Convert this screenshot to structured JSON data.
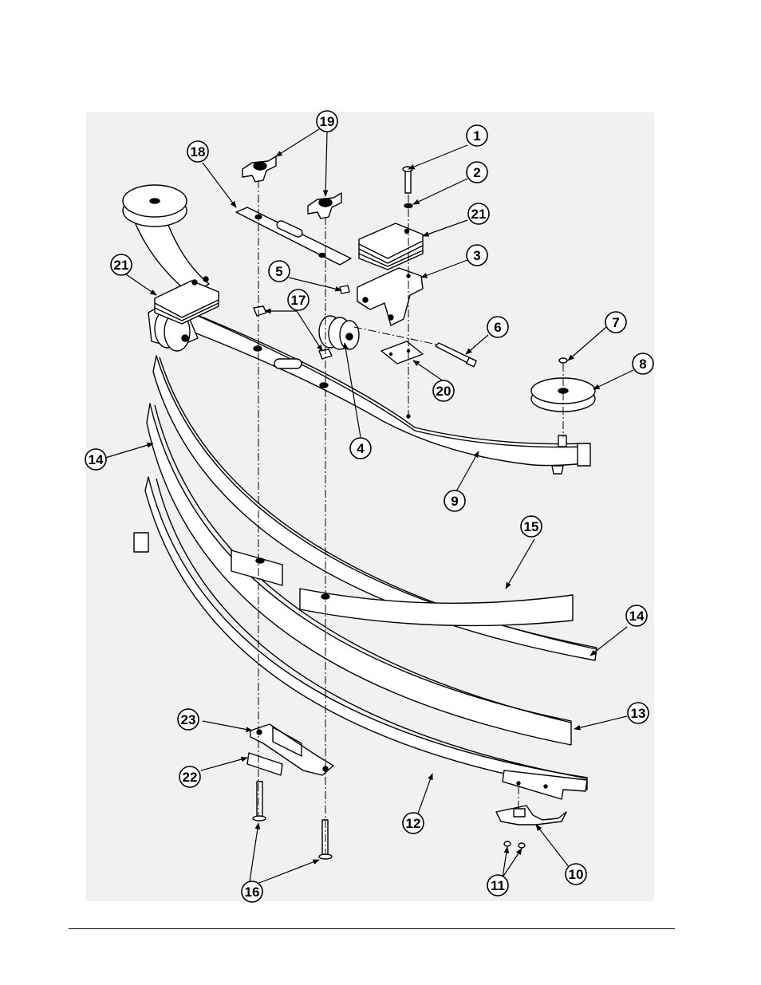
{
  "diagram": {
    "callouts": [
      {
        "id": "c1",
        "label": "1"
      },
      {
        "id": "c2",
        "label": "2"
      },
      {
        "id": "c3",
        "label": "3"
      },
      {
        "id": "c4",
        "label": "4"
      },
      {
        "id": "c5",
        "label": "5"
      },
      {
        "id": "c6",
        "label": "6"
      },
      {
        "id": "c7",
        "label": "7"
      },
      {
        "id": "c8",
        "label": "8"
      },
      {
        "id": "c9",
        "label": "9"
      },
      {
        "id": "c10",
        "label": "10"
      },
      {
        "id": "c11",
        "label": "11"
      },
      {
        "id": "c12",
        "label": "12"
      },
      {
        "id": "c13",
        "label": "13"
      },
      {
        "id": "c14a",
        "label": "14"
      },
      {
        "id": "c14b",
        "label": "14"
      },
      {
        "id": "c15",
        "label": "15"
      },
      {
        "id": "c16",
        "label": "16"
      },
      {
        "id": "c17",
        "label": "17"
      },
      {
        "id": "c18",
        "label": "18"
      },
      {
        "id": "c19",
        "label": "19"
      },
      {
        "id": "c20",
        "label": "20"
      },
      {
        "id": "c21a",
        "label": "21"
      },
      {
        "id": "c21b",
        "label": "21"
      },
      {
        "id": "c22",
        "label": "22"
      },
      {
        "id": "c23",
        "label": "23"
      }
    ]
  }
}
